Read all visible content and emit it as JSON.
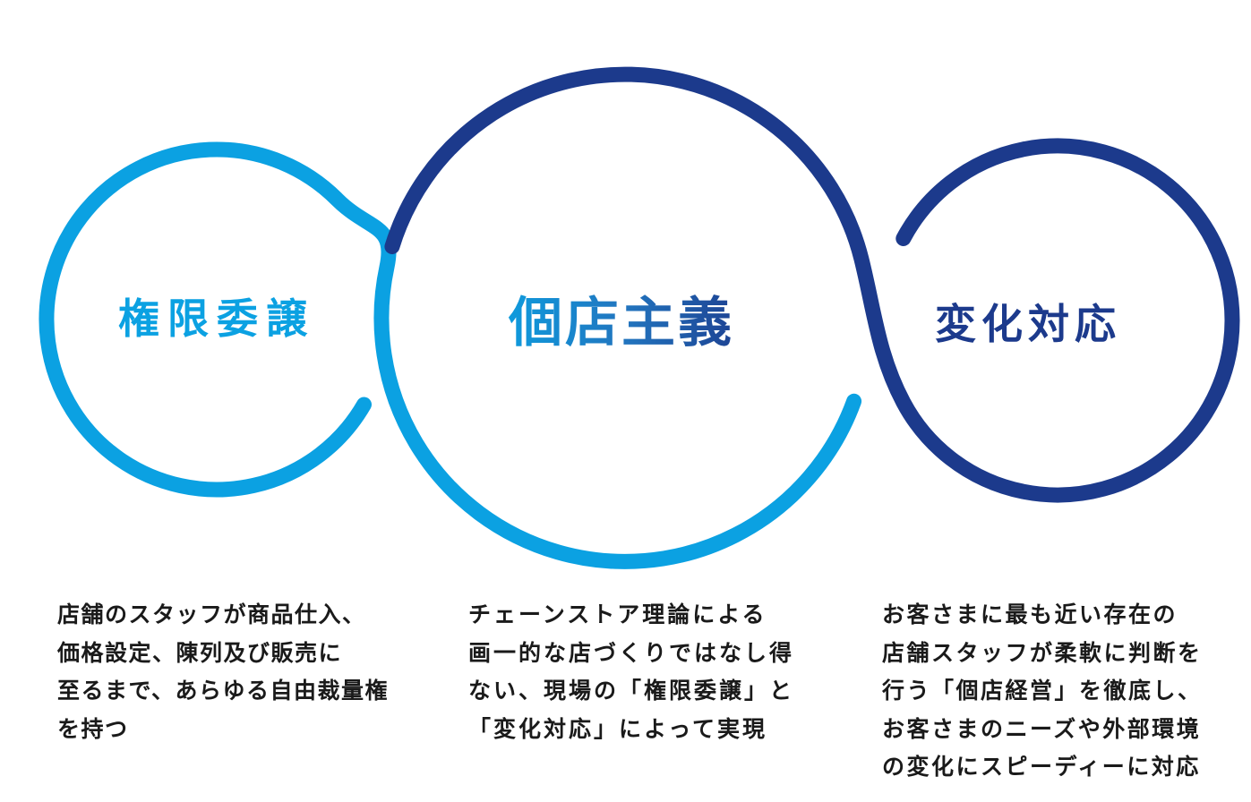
{
  "colors": {
    "light_blue": "#0BA1E2",
    "navy": "#1C3A8C",
    "text": "#1A1A1A",
    "background": "#FFFFFF"
  },
  "circles": [
    {
      "label": "権限委譲",
      "description_lines": [
        "店舗のスタッフが商品仕入、",
        "価格設定、陳列及び販売に",
        "至るまで、あらゆる自由裁量権",
        "を持つ"
      ]
    },
    {
      "label": "個店主義",
      "description_lines": [
        "チェーンストア理論による",
        "画一的な店づくりではなし得",
        "ない、現場の「権限委譲」と",
        "「変化対応」によって実現"
      ]
    },
    {
      "label": "変化対応",
      "description_lines": [
        "お客さまに最も近い存在の",
        "店舗スタッフが柔軟に判断を",
        "行う「個店経営」を徹底し、",
        "お客さまのニーズや外部環境",
        "の変化にスピーディーに対応"
      ]
    }
  ]
}
